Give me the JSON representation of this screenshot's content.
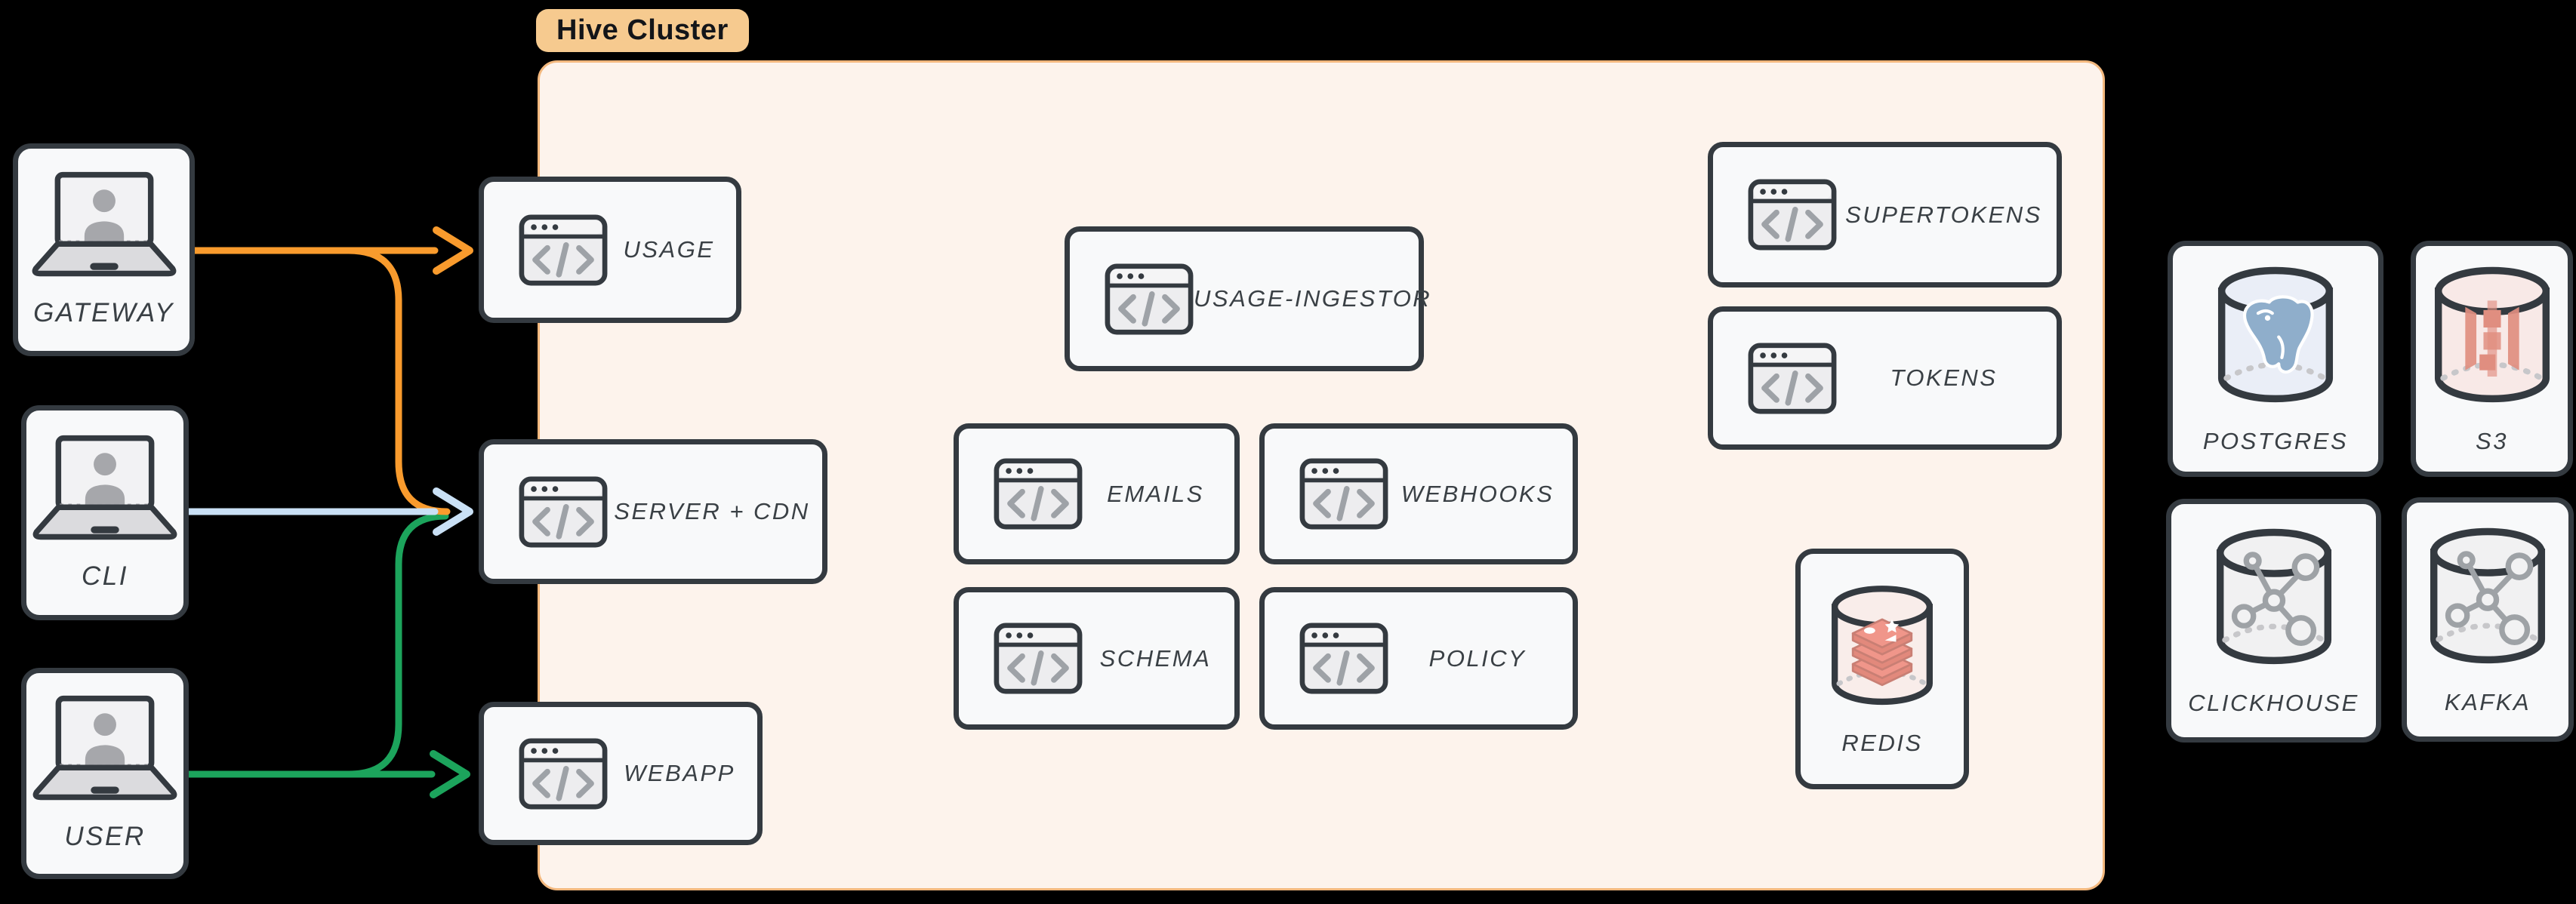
{
  "cluster": {
    "label": "Hive Cluster"
  },
  "nodes": {
    "gateway": {
      "label": "GATEWAY",
      "icon": "laptop-user"
    },
    "cli": {
      "label": "CLI",
      "icon": "laptop-user"
    },
    "user": {
      "label": "USER",
      "icon": "laptop-user"
    },
    "usage": {
      "label": "USAGE",
      "icon": "code-window"
    },
    "server_cdn": {
      "label": "SERVER + CDN",
      "icon": "code-window"
    },
    "webapp": {
      "label": "WEBAPP",
      "icon": "code-window"
    },
    "usage_ingestor": {
      "label": "USAGE-INGESTOR",
      "icon": "code-window"
    },
    "emails": {
      "label": "EMAILS",
      "icon": "code-window"
    },
    "webhooks": {
      "label": "WEBHOOKS",
      "icon": "code-window"
    },
    "schema": {
      "label": "SCHEMA",
      "icon": "code-window"
    },
    "policy": {
      "label": "POLICY",
      "icon": "code-window"
    },
    "supertokens": {
      "label": "SUPERTOKENS",
      "icon": "code-window"
    },
    "tokens": {
      "label": "TOKENS",
      "icon": "code-window"
    },
    "redis": {
      "label": "REDIS",
      "icon": "redis-database-cylinder"
    },
    "postgres": {
      "label": "POSTGRES",
      "icon": "postgresql-database-cylinder"
    },
    "s3": {
      "label": "S3",
      "icon": "s3-database-cylinder"
    },
    "clickhouse": {
      "label": "CLICKHOUSE",
      "icon": "clickhouse-database-cylinder"
    },
    "kafka": {
      "label": "KAFKA",
      "icon": "kafka-database-cylinder"
    }
  },
  "edges": [
    {
      "from": "GATEWAY",
      "to": "USAGE",
      "color_key": "arrow_orange"
    },
    {
      "from": "GATEWAY",
      "to": "SERVER + CDN",
      "color_key": "arrow_orange"
    },
    {
      "from": "CLI",
      "to": "SERVER + CDN",
      "color_key": "arrow_blue"
    },
    {
      "from": "USER",
      "to": "SERVER + CDN",
      "color_key": "arrow_green"
    },
    {
      "from": "USER",
      "to": "WEBAPP",
      "color_key": "arrow_green"
    }
  ],
  "colors": {
    "background": "#000000",
    "node_fill": "#F8F9FA",
    "node_border": "#343A40",
    "cluster_fill": "#FDF3EC",
    "cluster_border": "#F3B87E",
    "badge_fill": "#F6CA8F",
    "label_text": "#3A4045",
    "arrow_orange": "#F99B2D",
    "arrow_blue": "#C9E0F5",
    "arrow_green": "#1CA45C",
    "cyl_postgres": "#EAEEF7",
    "cyl_s3": "#F8E9E7",
    "cyl_redis": "#F9EDEA",
    "cyl_gray": "#F1F1F2",
    "logo_postgres": "#8FAECB",
    "logo_s3": "#E08E80",
    "logo_redis": "#F0968A",
    "logo_molecule": "#9EA2A6"
  }
}
